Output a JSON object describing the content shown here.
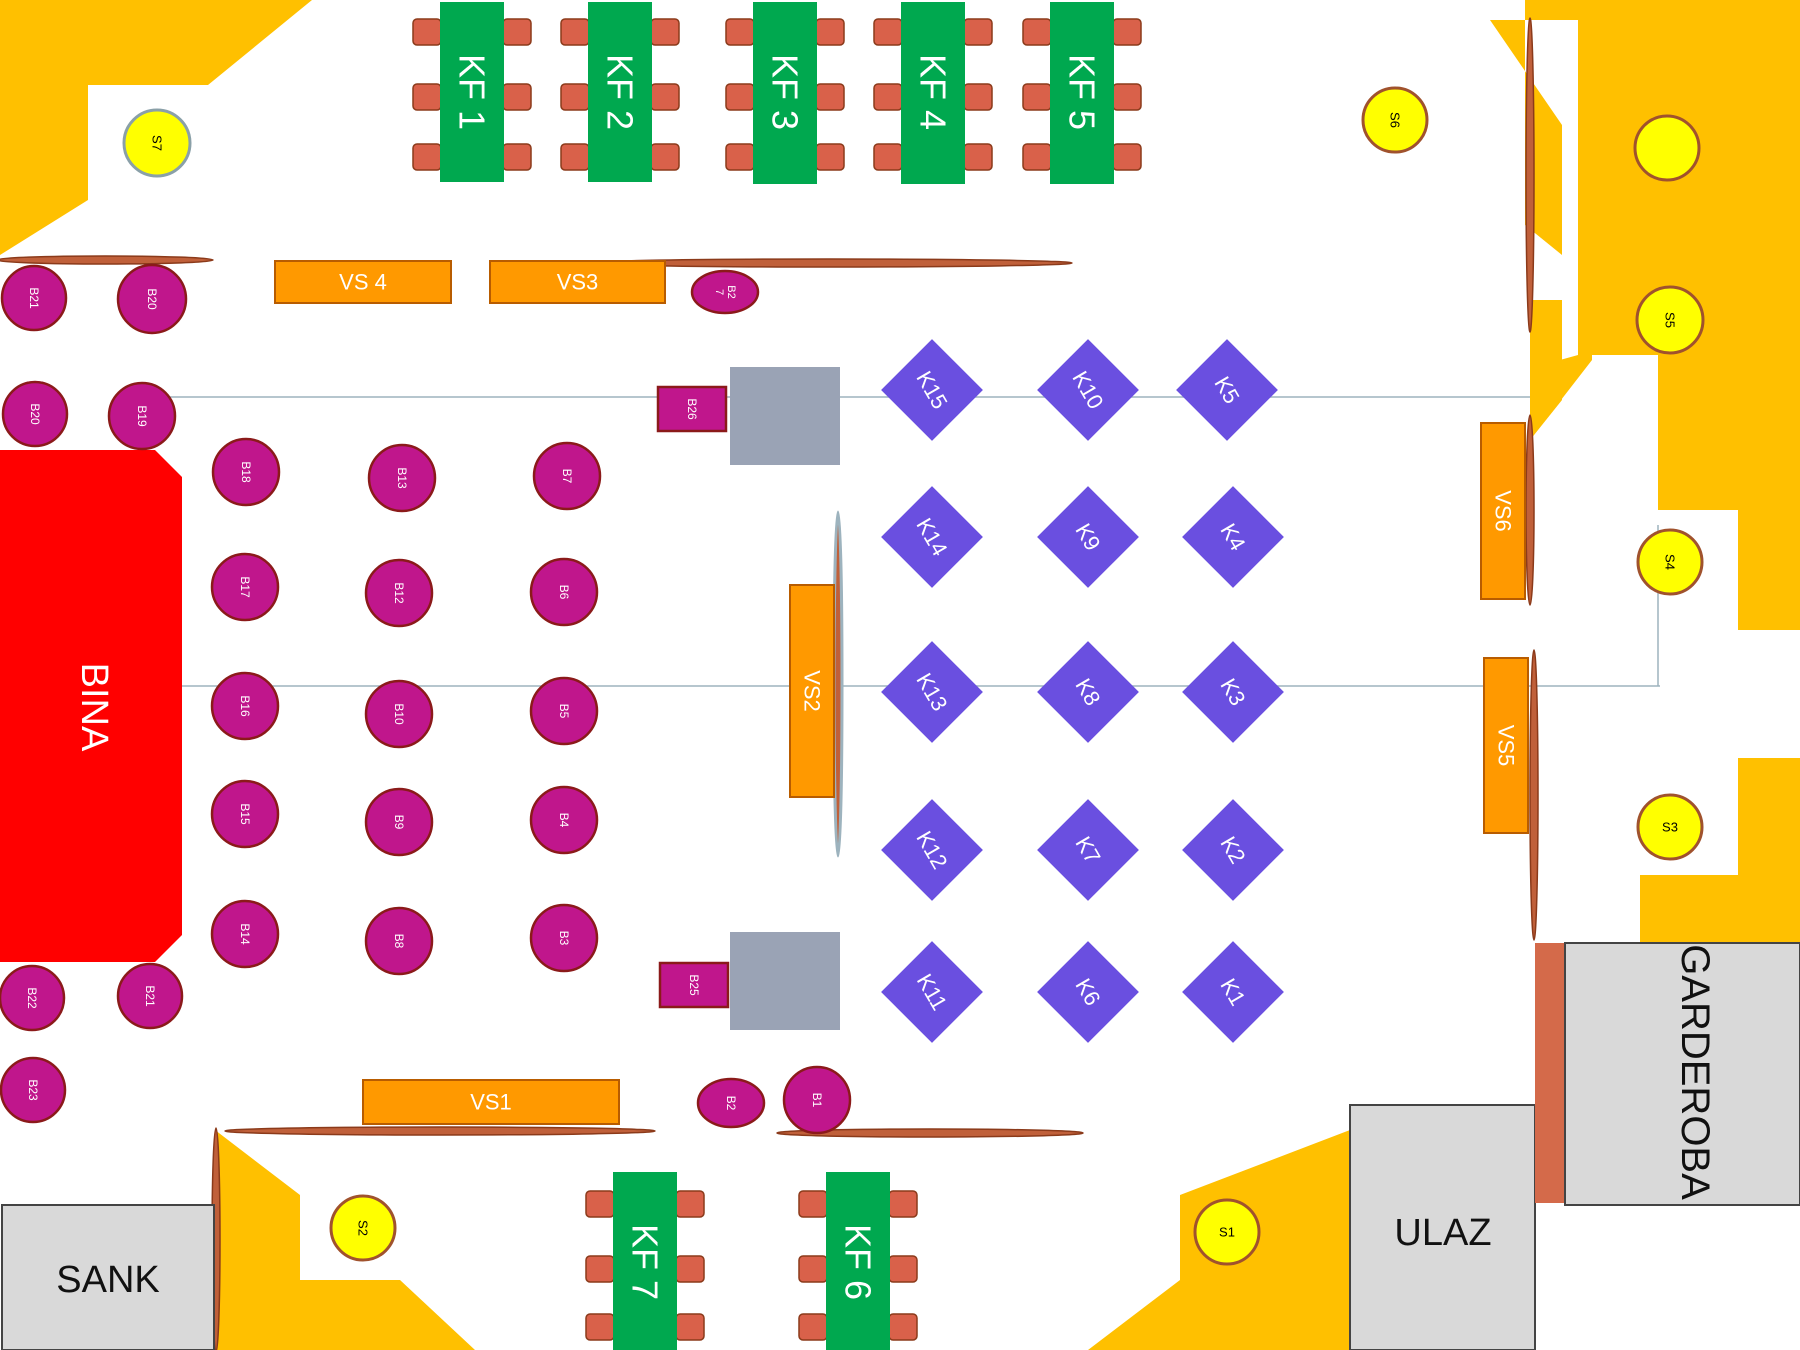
{
  "colors": {
    "wall": "#FFC000",
    "bar_table": "#C0168C",
    "bar_table_edge": "#8B1A1A",
    "high_table": "#6A4FE0",
    "bench": "#FF9900",
    "kf_table": "#00A84F",
    "chair": "#D9614A",
    "stage": "#FF0000",
    "spot": "#FFFF00",
    "pillar": "#9AA3B5",
    "room": "#D9D9D9"
  },
  "stage": {
    "label": "BINA"
  },
  "rooms": {
    "sank": "SANK",
    "ulaz": "ULAZ",
    "garderoba": "GARDEROBA"
  },
  "kf_tables": [
    "KF 1",
    "KF 2",
    "KF 3",
    "KF 4",
    "KF 5",
    "KF 7",
    "KF 6"
  ],
  "benches": [
    "VS 4",
    "VS3",
    "VS2",
    "VS1",
    "VS6",
    "VS5"
  ],
  "high_tables": [
    "K15",
    "K10",
    "K5",
    "K14",
    "K9",
    "K4",
    "K13",
    "K8",
    "K3",
    "K12",
    "K7",
    "K2",
    "K11",
    "K6",
    "K1"
  ],
  "bar_tables": [
    "B21",
    "B20",
    "B2\n7",
    "B20",
    "B19",
    "B18",
    "B13",
    "B7",
    "B17",
    "B12",
    "B6",
    "B16",
    "B10",
    "B5",
    "B15",
    "B9",
    "B4",
    "B14",
    "B8",
    "B3",
    "B22",
    "B21",
    "B23",
    "B26",
    "B25",
    "B2",
    "B1"
  ],
  "spots": [
    "S7",
    "S6",
    "S5",
    "S4",
    "S3",
    "S2",
    "S1"
  ]
}
